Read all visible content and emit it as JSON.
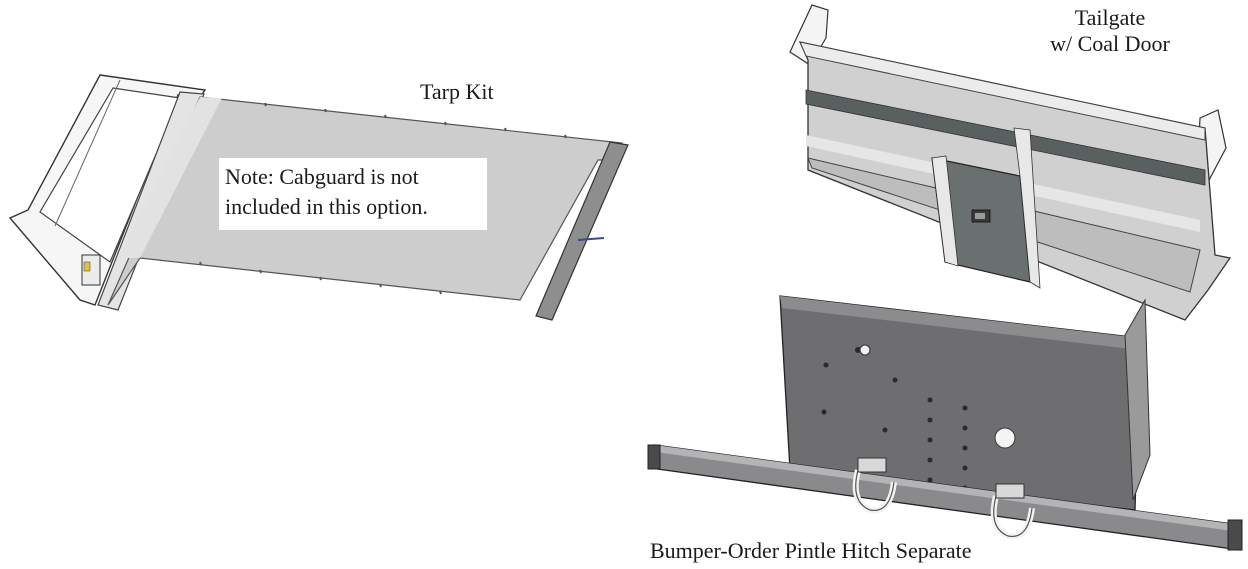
{
  "labels": {
    "tarp_kit": "Tarp Kit",
    "tailgate_line1": "Tailgate",
    "tailgate_line2": "w/ Coal Door",
    "note_line1": "Note: Cabguard is not",
    "note_line2": "included in this option.",
    "bumper": "Bumper-Order Pintle Hitch Separate"
  }
}
